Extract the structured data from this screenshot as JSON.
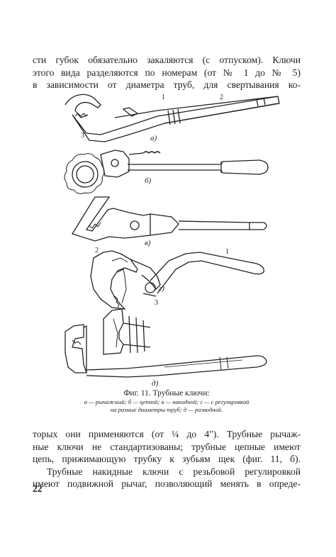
{
  "top_text": {
    "lines": [
      "сти губок обязательно закаляются (с отпуском). Ключи",
      "этого вида разделяются по номерам (от № 1 до № 5)",
      "в зависимости от диаметра труб, для свертывания ко-"
    ]
  },
  "figure": {
    "subfig_labels": [
      "а)",
      "б)",
      "в)",
      "г)",
      "д)"
    ],
    "part_numbers": {
      "a_1": "1",
      "a_2": "2",
      "a_3": "3",
      "g_1": "1",
      "g_2": "2",
      "g_3": "3"
    },
    "caption_title": "Фиг. 11. Трубные ключи:",
    "caption_legend_1": "а — рычажный; б — цепной; в — накидной; г — с регулировкой",
    "caption_legend_2": "на разные диаметры труб; д — разводной."
  },
  "bottom_text": {
    "p1_line1": "торых они применяются (от ¼ до 4\"). Трубные рычаж-",
    "p1_line2": "ные ключи не стандартизованы; трубные цепные имеют",
    "p1_line3": "цепь, прижимающую трубку к зубьям щек (фиг. 11, б).",
    "p2_line1": "Трубные накидные ключи с резьбовой регулировкой",
    "p2_line2": "имеют подвижной рычаг, позволяющий менять в опреде-"
  },
  "page_number": "22"
}
